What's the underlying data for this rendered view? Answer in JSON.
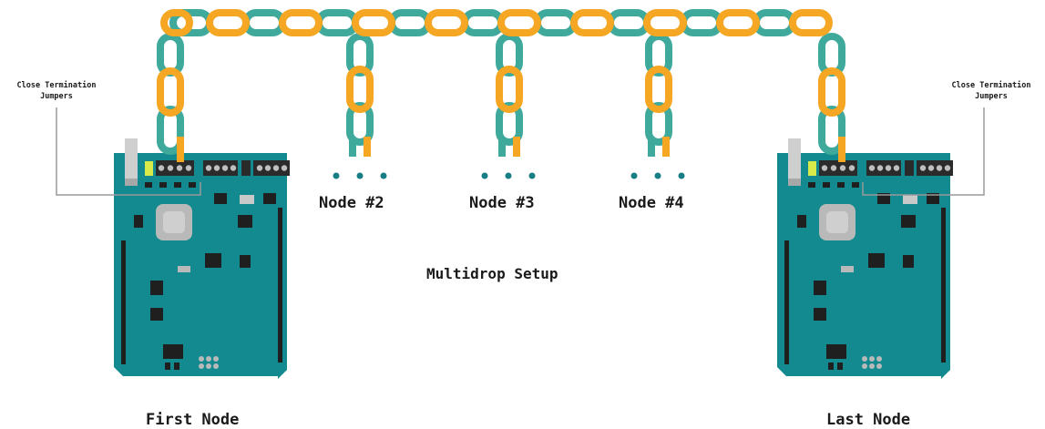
{
  "labels": {
    "left_jumpers": "Close Termination\nJumpers",
    "right_jumpers": "Close Termination\nJumpers",
    "node2": "Node #2",
    "node3": "Node #3",
    "node4": "Node #4",
    "setup": "Multidrop Setup",
    "first": "First Node",
    "last": "Last Node"
  },
  "colors": {
    "board": "#138a8f",
    "board_dark": "#0d6d72",
    "wire_a": "#f5a623",
    "wire_b": "#3fa99b",
    "dots": "#177e86",
    "terminal": "#2b2b2b",
    "jumper": "#d8e94a",
    "callout": "#9a9a9a"
  }
}
